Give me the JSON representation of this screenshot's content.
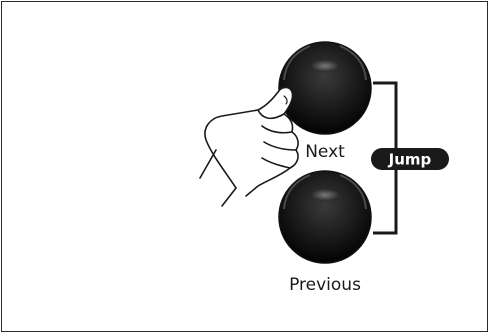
{
  "buttons": {
    "next_label": "Next",
    "previous_label": "Previous"
  },
  "bracket": {
    "badge_label": "Jump"
  },
  "icons": {
    "pressing_hand": "hand-pointer-icon"
  },
  "colors": {
    "button_body": "#1c1c1c",
    "button_highlight": "#8a8a8a",
    "badge_fill": "#1a1a1a",
    "badge_text": "#ffffff",
    "outline": "#2b2b2b"
  }
}
